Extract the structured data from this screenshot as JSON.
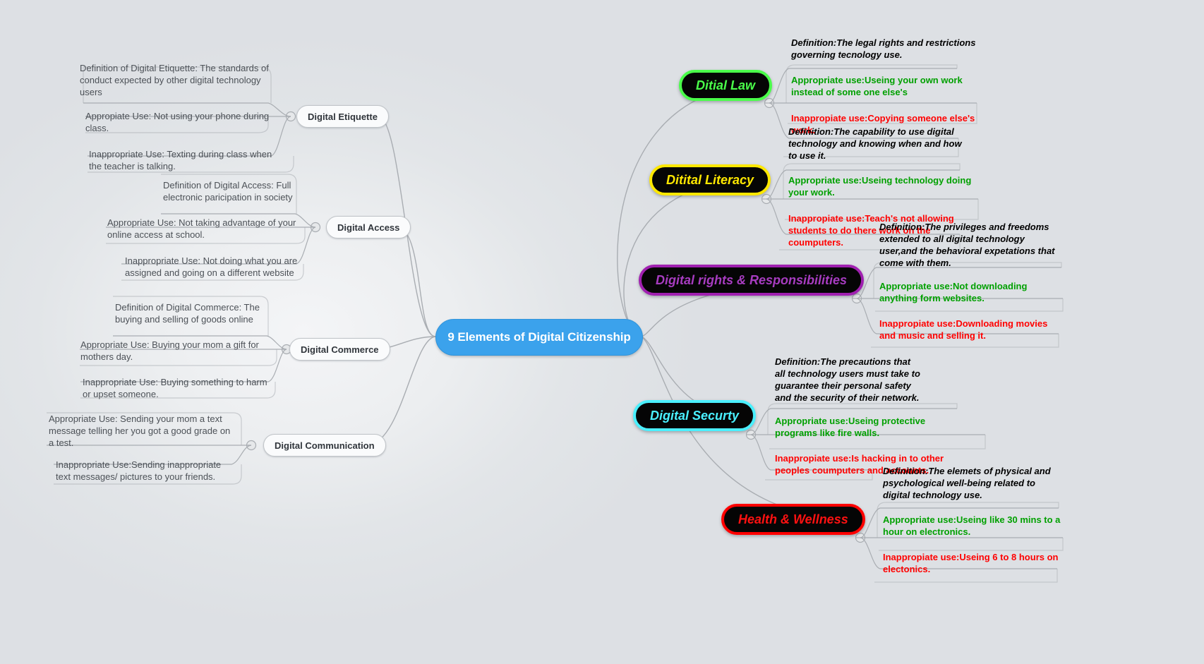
{
  "mindmap": {
    "title": "9 Elements of Digital Citizenship",
    "background": "#dfe2e6",
    "central_color": "#3ba2ec",
    "colors": {
      "green": "#00a000",
      "red": "#ff0000",
      "definition": "#000000",
      "plain": "#4c5157",
      "ditial_law_border": "#4aff4a",
      "ditital_literacy_border": "#ffe800",
      "digital_rights_border": "#a020b0",
      "digital_securty_border": "#4af0ff",
      "health_wellness_border": "#ff0000"
    },
    "left_branches": [
      {
        "label": "Digital Etiquette",
        "children": [
          "Definition of Digital Etiquette: The standards of conduct expected by other digital technology users",
          "Appropiate Use: Not using your phone during class.",
          "Inappropriate Use: Texting during class when the teacher is talking."
        ]
      },
      {
        "label": "Digital Access",
        "children": [
          "Definition of Digital Access: Full electronic paricipation in society",
          "Appropriate Use: Not taking advantage of your online access at school.",
          "Inappropriate Use: Not doing what you are assigned and going on a different website"
        ]
      },
      {
        "label": "Digital Commerce",
        "children": [
          "Definition of Digital Commerce: The buying and selling of goods online",
          "Appropriate Use: Buying your mom a gift for mothers day.",
          "Inappropriate Use: Buying something to harm or upset someone."
        ]
      },
      {
        "label": "Digital Communication",
        "children": [
          "Appropriate Use: Sending your mom a text message telling her you got a good grade on a test.",
          "Inappropriate Use:Sending inappropriate text messages/ pictures to your friends."
        ]
      }
    ],
    "right_branches": [
      {
        "label": "Ditial Law",
        "definition": "Definition:The legal rights and restrictions governing tecnology use.",
        "appropriate": "Appropriate use:Useing your own work instead of some one else's",
        "inappropriate": "Inappropiate use:Copying someone else's work."
      },
      {
        "label": "Ditital Literacy",
        "definition": "Definition:The capability to use digital technology and knowing when and how to use it.",
        "appropriate": "Appropriate use:Useing technology doing your work.",
        "inappropriate": "Inappropiate use:Teach's not allowing students to do there work on the coumputers."
      },
      {
        "label": "Digital rights & Responsibilities",
        "definition": "Definition:The privileges and freedoms extended to all digital technology user,and the behavioral expetations that come with them.",
        "appropriate": "Appropriate use:Not downloading anything form websites.",
        "inappropriate": "Inappropiate use:Downloading movies and music and selling it."
      },
      {
        "label": "Digital Securty",
        "definition": "Definition:The precautions that all technology users must take to guarantee their personal safety and the security of their network.",
        "appropriate": "Appropriate use:Useing protective programs like fire walls.",
        "inappropriate": "Inappropiate use:Is hacking in to other peoples coumputers and accounts."
      },
      {
        "label": "Health & Wellness",
        "definition": "Definition:The elemets of physical and psychological well-being related to digital technology use.",
        "appropriate": "Appropriate use:Useing like 30 mins to a hour on electronics.",
        "inappropriate": "Inappropiate use:Useing 6 to 8 hours on electonics."
      }
    ]
  }
}
